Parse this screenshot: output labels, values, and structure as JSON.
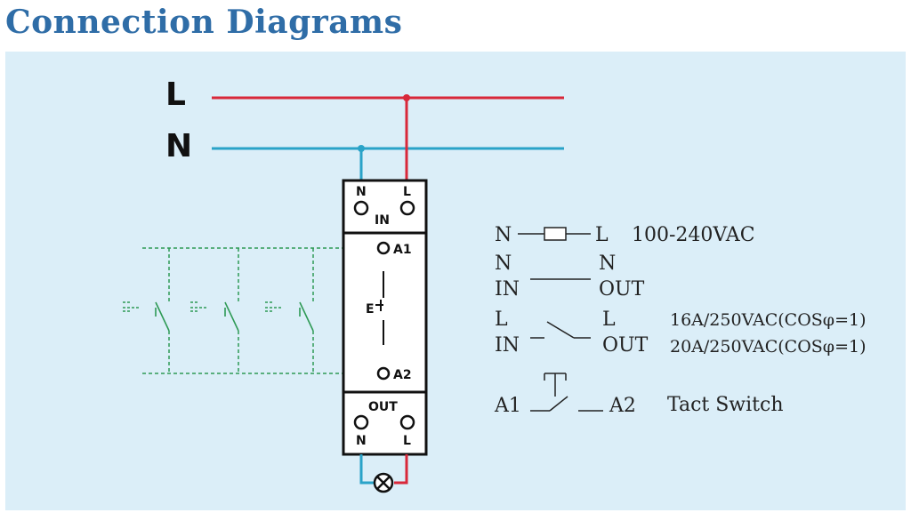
{
  "title": "Connection Diagrams",
  "colors": {
    "line_l": "#d8283a",
    "line_n": "#2aa3c8",
    "switch_dashed": "#2e9a55",
    "panel_bg": "#dbeef8",
    "title": "#2f6da7"
  },
  "bus_labels": {
    "line": "L",
    "neutral": "N"
  },
  "device": {
    "top": {
      "n": "N",
      "l": "L",
      "in": "IN"
    },
    "a1": "A1",
    "a2": "A2",
    "coil": "E",
    "bottom": {
      "out": "OUT",
      "n": "N",
      "l": "L"
    }
  },
  "legend": {
    "supply": {
      "left": "N",
      "right": "L",
      "rating": "100-240VAC"
    },
    "neutral": {
      "left_top": "N",
      "left_bottom": "IN",
      "right_top": "N",
      "right_bottom": "OUT"
    },
    "live": {
      "left_top": "L",
      "left_bottom": "IN",
      "right_top": "L",
      "right_bottom": "OUT",
      "rating1": "16A/250VAC(COSφ=1)",
      "rating2": "20A/250VAC(COSφ=1)"
    },
    "tact": {
      "a1": "A1",
      "a2": "A2",
      "label": "Tact Switch"
    }
  }
}
